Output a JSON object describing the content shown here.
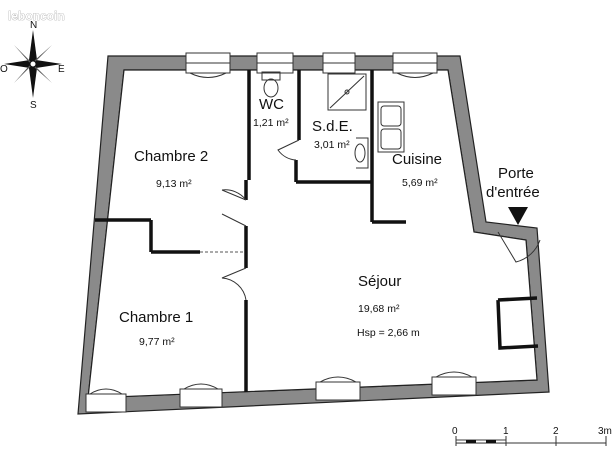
{
  "watermark": "leboncoin",
  "compass": {
    "n": "N",
    "e": "E",
    "s": "S",
    "w": "O"
  },
  "rooms": {
    "wc": {
      "name": "WC",
      "area": "1,21 m²"
    },
    "sde": {
      "name": "S.d.E.",
      "area": "3,01 m²"
    },
    "chambre2": {
      "name": "Chambre 2",
      "area": "9,13 m²"
    },
    "cuisine": {
      "name": "Cuisine",
      "area": "5,69 m²"
    },
    "chambre1": {
      "name": "Chambre 1",
      "area": "9,77 m²"
    },
    "sejour": {
      "name": "Séjour",
      "area": "19,68 m²",
      "height": "Hsp = 2,66 m"
    }
  },
  "entrance": {
    "line1": "Porte",
    "line2": "d'entrée"
  },
  "scale": {
    "labels": [
      "0",
      "1",
      "2",
      "3m"
    ]
  }
}
